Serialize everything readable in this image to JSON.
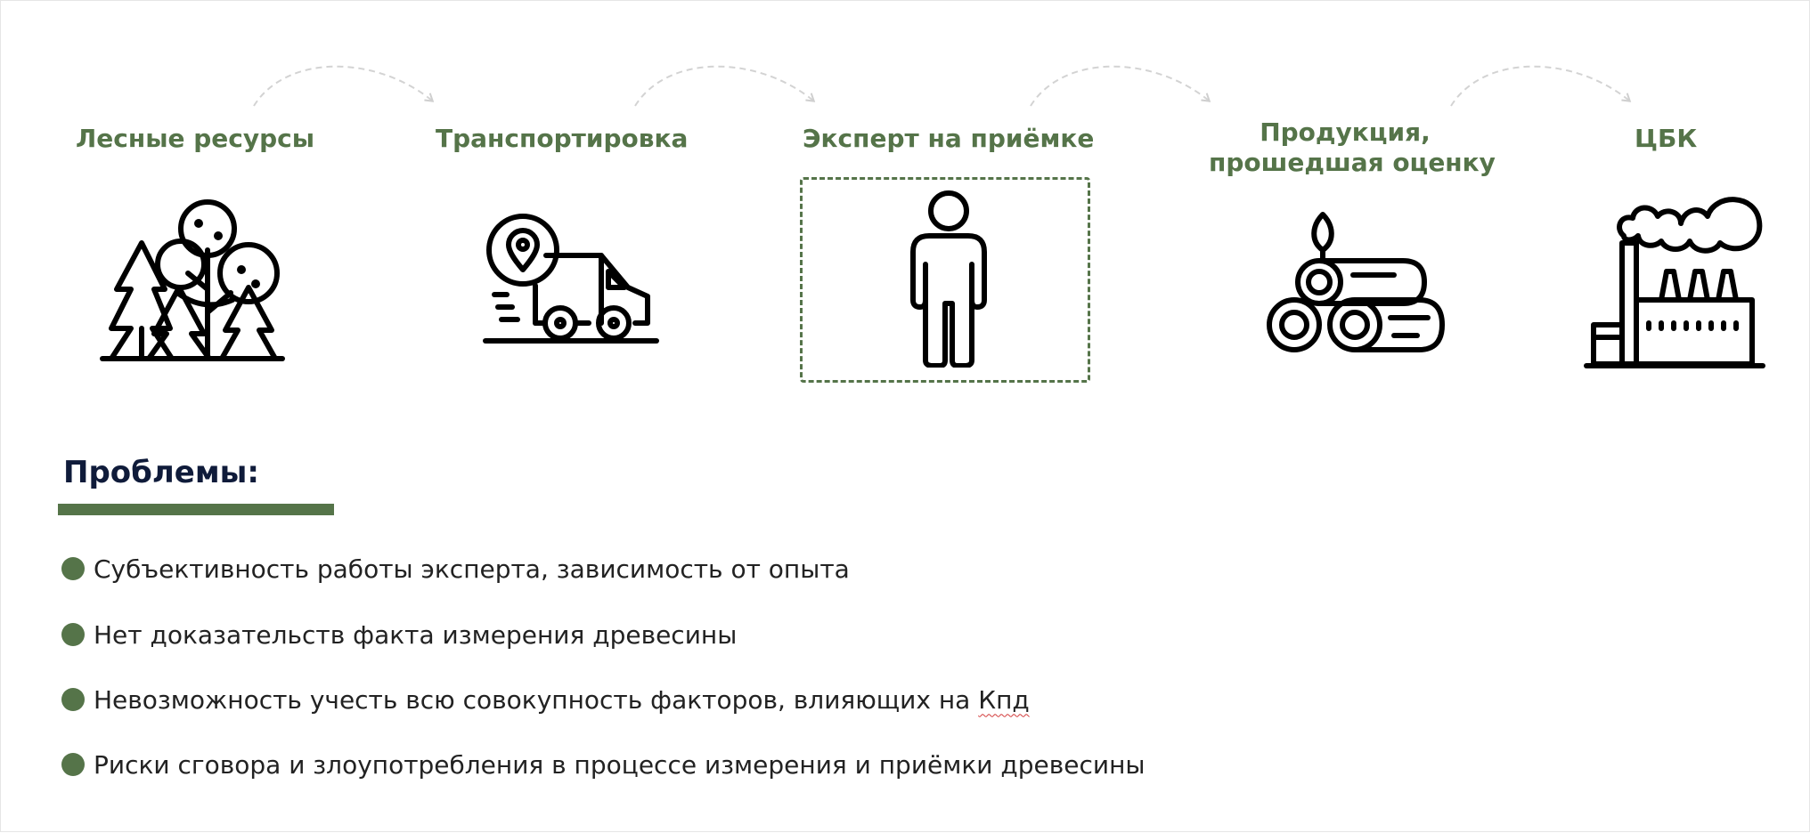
{
  "stages": [
    {
      "title": "Лесные ресурсы"
    },
    {
      "title": "Транспортировка"
    },
    {
      "title": "Эксперт на приёмке"
    },
    {
      "title_line1": "Продукция,",
      "title_line2": "прошедшая оценку"
    },
    {
      "title": "ЦБК"
    }
  ],
  "problems": {
    "title": "Проблемы:",
    "items": [
      {
        "text": "Субъективность работы эксперта, зависимость от опыта"
      },
      {
        "text_main": "Невозможность учесть всю совокупность факторов, влияющих на ",
        "text_flag": "Кпд"
      },
      {
        "text": "Риски сговора и злоупотребления в процессе измерения и приёмки древесины"
      }
    ],
    "item2": {
      "text": "Нет доказательств факта измерения древесины"
    }
  },
  "colors": {
    "accent": "#557449",
    "title": "#0f1b3a",
    "text": "#222222",
    "arrow": "#d3d3d3"
  },
  "icons": [
    "forest-icon",
    "delivery-truck-icon",
    "person-icon",
    "logs-icon",
    "factory-icon"
  ]
}
